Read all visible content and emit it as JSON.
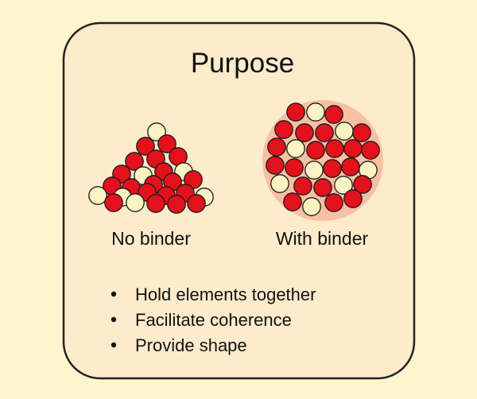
{
  "colors": {
    "page_background": "#fdf5ce",
    "card_background": "#fdebcb",
    "card_border": "#222222",
    "particle_red": "#e3111b",
    "particle_cream": "#fbf3c4",
    "particle_outline": "#1a1a1a",
    "binder_fill": "#f6c0a4",
    "text": "#111111"
  },
  "card": {
    "title": "Purpose"
  },
  "panels": {
    "no_binder": {
      "label": "No binder",
      "arrangement": "pile"
    },
    "with_binder": {
      "label": "With binder",
      "arrangement": "bound-cluster"
    }
  },
  "bullets": [
    "Hold elements together",
    "Facilitate coherence",
    "Provide shape"
  ]
}
